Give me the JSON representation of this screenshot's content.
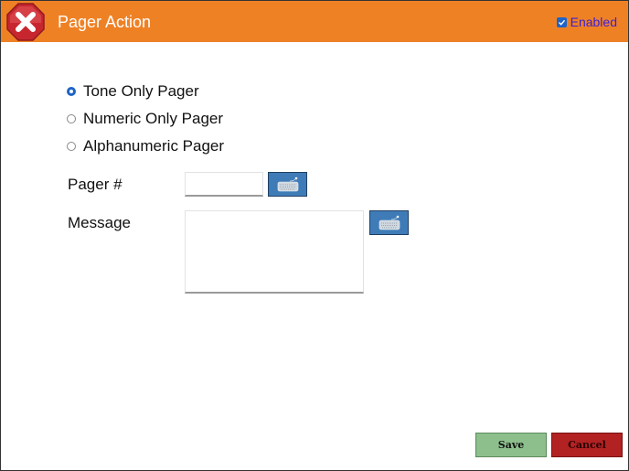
{
  "header": {
    "title": "Pager Action",
    "close_icon": "close-x-octagon-icon",
    "enabled_label": "Enabled",
    "enabled_checked": true,
    "bg_color": "#ef8125"
  },
  "pager_type": {
    "options": [
      {
        "label": "Tone Only Pager",
        "selected": true
      },
      {
        "label": "Numeric Only Pager",
        "selected": false
      },
      {
        "label": "Alphanumeric Pager",
        "selected": false
      }
    ]
  },
  "fields": {
    "pager_number": {
      "label": "Pager #",
      "value": ""
    },
    "message": {
      "label": "Message",
      "value": ""
    },
    "keyboard_icon": "keyboard-icon"
  },
  "footer": {
    "save_label": "Save",
    "cancel_label": "Cancel",
    "save_color": "#8cbf8c",
    "cancel_color": "#b22222"
  }
}
